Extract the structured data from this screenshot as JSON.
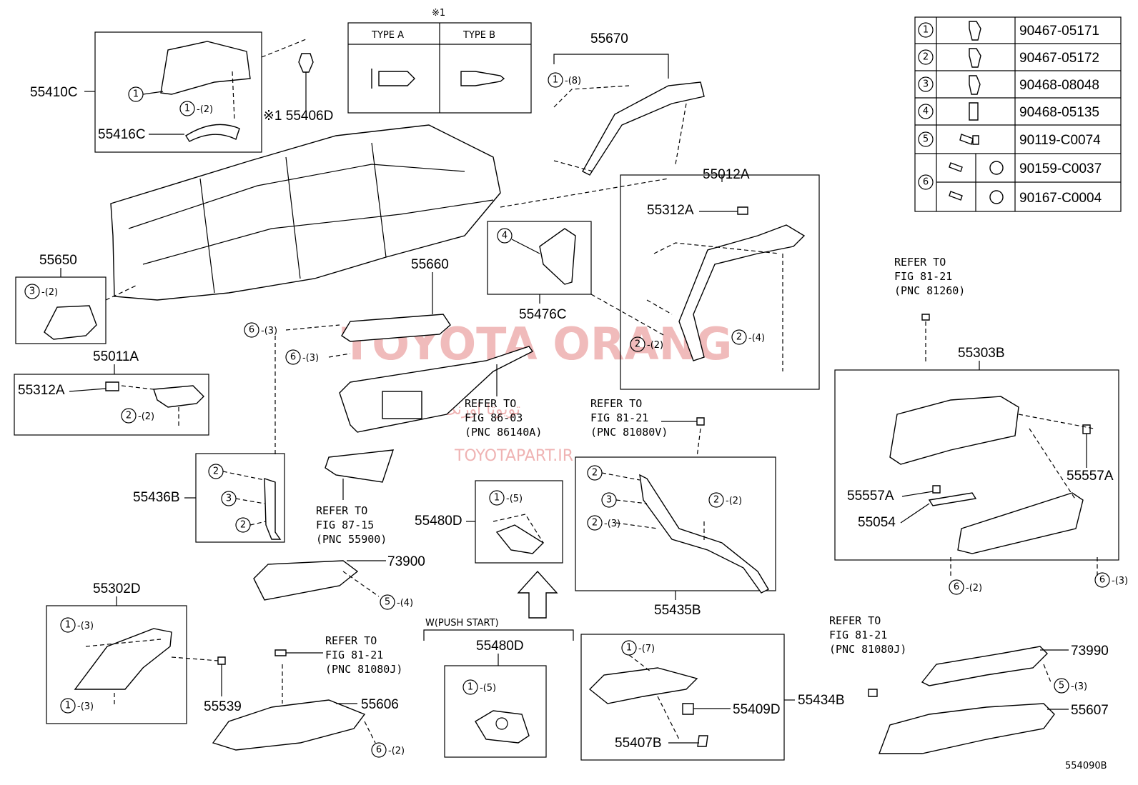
{
  "diagram_code": "554090B",
  "watermark": {
    "main": "TOYOTA ORANG",
    "arabic": "تویوتا اورنگ",
    "site": "TOYOTAPART.IR"
  },
  "type_box": {
    "note": "※1",
    "type_a": "TYPE A",
    "type_b": "TYPE B"
  },
  "fastener_table": [
    {
      "n": "1",
      "pn": "90467-05171"
    },
    {
      "n": "2",
      "pn": "90467-05172"
    },
    {
      "n": "3",
      "pn": "90468-08048"
    },
    {
      "n": "4",
      "pn": "90468-05135"
    },
    {
      "n": "5",
      "pn": "90119-C0074"
    },
    {
      "n": "6",
      "pn": "90159-C0037"
    },
    {
      "n": "6",
      "pn": "90167-C0004"
    }
  ],
  "labels": {
    "p55410C": "55410C",
    "p55416C": "55416C",
    "p55406D": "※1 55406D",
    "p55670": "55670",
    "p55012A": "55012A",
    "p55312A_a": "55312A",
    "p55650": "55650",
    "p55660": "55660",
    "p55476C": "55476C",
    "p55011A": "55011A",
    "p55312A_b": "55312A",
    "p55436B": "55436B",
    "p55303B": "55303B",
    "p55557A_a": "55557A",
    "p55557A_b": "55557A",
    "p55054": "55054",
    "p55480D_a": "55480D",
    "p55480D_b": "55480D",
    "p55435B": "55435B",
    "p73900": "73900",
    "p55302D": "55302D",
    "p55539": "55539",
    "p55606": "55606",
    "p55434B": "55434B",
    "p55409D": "55409D",
    "p55407B": "55407B",
    "p73990": "73990",
    "p55607": "55607",
    "push_start": "W(PUSH START)"
  },
  "refs": {
    "r81260": [
      "REFER TO",
      "FIG 81-21",
      "(PNC 81260)"
    ],
    "r86140A": [
      "REFER TO",
      "FIG 86-03",
      "(PNC 86140A)"
    ],
    "r81080V": [
      "REFER TO",
      "FIG 81-21",
      "(PNC 81080V)"
    ],
    "r55900": [
      "REFER TO",
      "FIG 87-15",
      "(PNC 55900)"
    ],
    "r81080J_a": [
      "REFER TO",
      "FIG 81-21",
      "(PNC 81080J)"
    ],
    "r81080J_b": [
      "REFER TO",
      "FIG 81-21",
      "(PNC 81080J)"
    ]
  },
  "callouts": {
    "c1a": "1",
    "c1b": "1",
    "c1b_q": "-(2)",
    "c1c": "1",
    "c1c_q": "-(8)",
    "c4": "4",
    "c3a": "3",
    "c3a_q": "-(2)",
    "c6a": "6",
    "c6a_q": "-(3)",
    "c6b": "6",
    "c6b_q": "-(3)",
    "c2a": "2",
    "c2a_q": "-(2)",
    "c2b": "2",
    "c2b_q": "-(4)",
    "c2c": "2",
    "c2c_q": "-(2)",
    "c2d": "2",
    "c3b": "3",
    "c2e": "2",
    "c1d": "1",
    "c1d_q": "-(5)",
    "c2f": "2",
    "c3c": "3",
    "c2g": "2",
    "c2g_q": "-(3)",
    "c2h": "2",
    "c2h_q": "-(2)",
    "c6c": "6",
    "c6c_q": "-(2)",
    "c6d": "6",
    "c6d_q": "-(3)",
    "c5a": "5",
    "c5a_q": "-(4)",
    "c1e": "1",
    "c1e_q": "-(3)",
    "c1f": "1",
    "c1f_q": "-(3)",
    "c1g": "1",
    "c1g_q": "-(5)",
    "c1h": "1",
    "c1h_q": "-(7)",
    "c6e": "6",
    "c6e_q": "-(2)",
    "c5b": "5",
    "c5b_q": "-(3)"
  }
}
